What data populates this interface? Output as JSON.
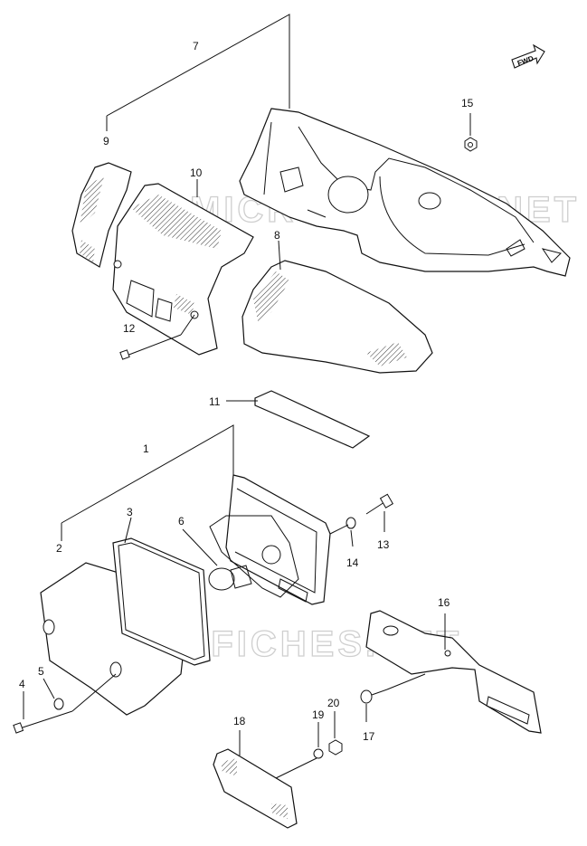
{
  "diagram": {
    "fwd_label": "FWD",
    "watermark": "MICROFICHES.NET",
    "callouts": [
      "1",
      "2",
      "3",
      "4",
      "5",
      "6",
      "7",
      "8",
      "9",
      "10",
      "11",
      "12",
      "13",
      "14",
      "15",
      "16",
      "17",
      "18",
      "19",
      "20"
    ]
  }
}
